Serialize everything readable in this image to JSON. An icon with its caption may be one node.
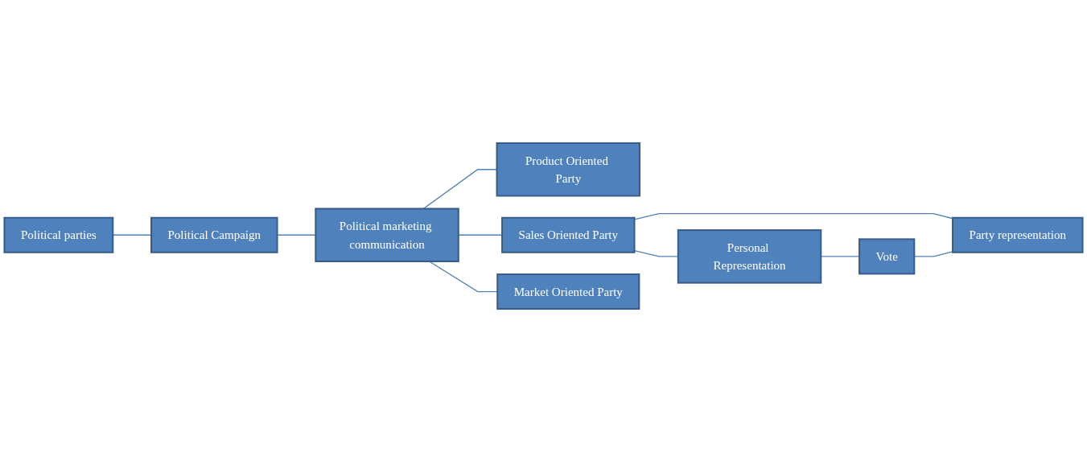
{
  "diagram": {
    "nodes": [
      {
        "text": [
          "Political parties"
        ]
      },
      {
        "text": [
          "Political Campaign"
        ]
      },
      {
        "text": [
          "Political marketing communication"
        ]
      },
      {
        "text": [
          "Product Oriented Party"
        ]
      },
      {
        "text": [
          "Personal Representation"
        ]
      },
      {
        "text": [
          "Sales Oriented Party"
        ]
      },
      {
        "text": [
          "Vote"
        ]
      },
      {
        "text": [
          "Market Oriented Party"
        ]
      },
      {
        "text": [
          "Party representation"
        ]
      }
    ],
    "edges": [
      {
        "from": 0,
        "to": 1,
        "arrow": "none"
      },
      {
        "from": 1,
        "to": 2,
        "arrow": "none"
      },
      {
        "from": 2,
        "to": 3,
        "arrow": "none"
      },
      {
        "from": 2,
        "to": 5,
        "arrow": "none"
      },
      {
        "from": 2,
        "to": 7,
        "arrow": "none"
      },
      {
        "from": 5,
        "to": 4,
        "arrow": "none"
      },
      {
        "from": 5,
        "to": 8,
        "arrow": "none"
      },
      {
        "from": 4,
        "to": 6,
        "arrow": "none"
      },
      {
        "from": 6,
        "to": 8,
        "arrow": "none"
      }
    ]
  }
}
